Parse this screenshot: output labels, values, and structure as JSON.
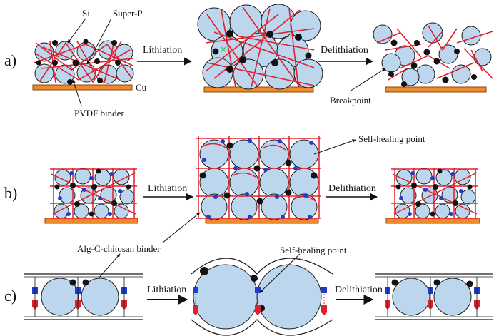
{
  "rows": {
    "a": {
      "letter": "a)",
      "labels": {
        "si": "Si",
        "super_p": "Super-P",
        "cu": "Cu",
        "pvdf": "PVDF binder",
        "lithiation": "Lithiation",
        "delithiation": "Delithiation",
        "breakpoint": "Breakpoint"
      }
    },
    "b": {
      "letter": "b)",
      "labels": {
        "lithiation": "Lithiation",
        "delithiation": "Delithiation",
        "self_healing": "Self-healing point",
        "binder": "Alg-C-chitosan binder"
      }
    },
    "c": {
      "letter": "c)",
      "labels": {
        "lithiation": "Lithiation",
        "delithiation": "Delithiation",
        "self_healing": "Self-healing point"
      }
    }
  },
  "colors": {
    "si_particle": "#bcd6ee",
    "outline": "#1a1a1a",
    "binder": "#e0202e",
    "super_p": "#111111",
    "healing_point": "#1f3ccf",
    "cu_foil": "#ee8a2c",
    "breakpoint_mark": "#37b34a"
  }
}
